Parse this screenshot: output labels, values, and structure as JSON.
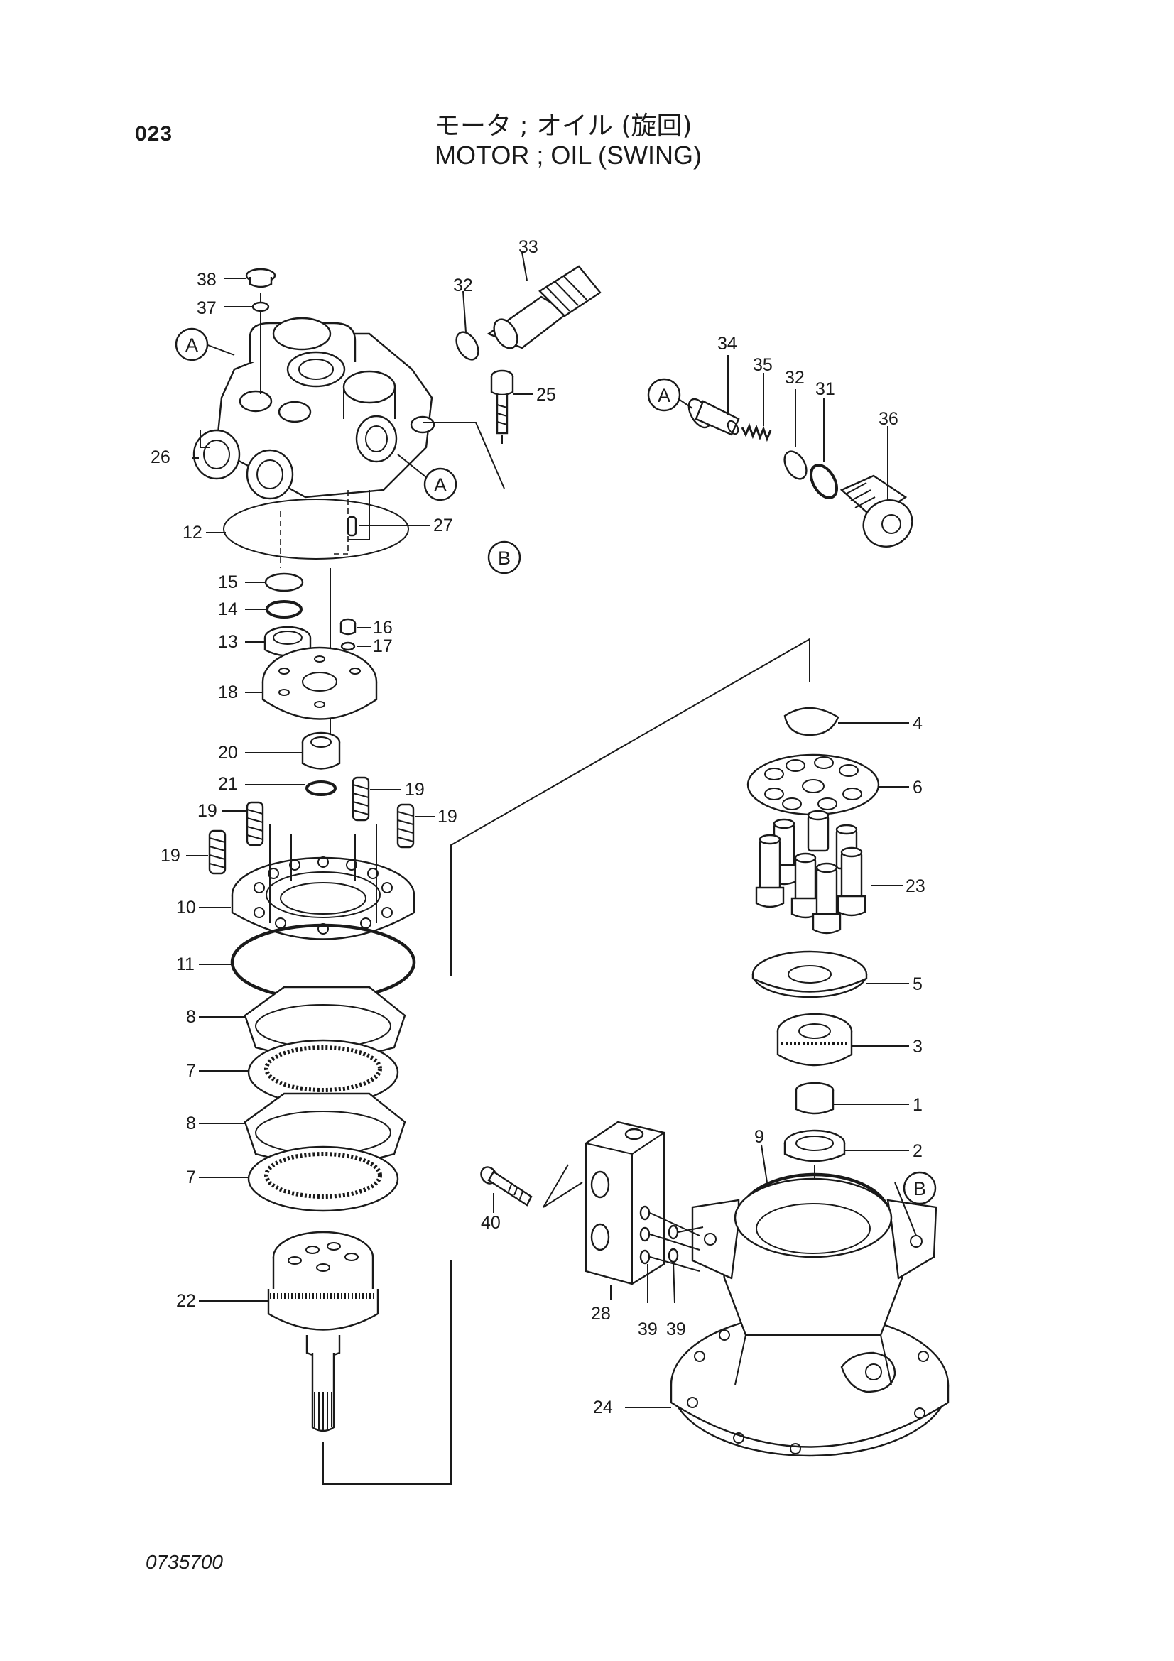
{
  "header": {
    "page_number": "023",
    "title_jp": "モータ ; オイル (旋回)",
    "title_en": "MOTOR ; OIL (SWING)"
  },
  "footer": {
    "document_code": "0735700"
  },
  "callouts": {
    "A": "A",
    "B": "B"
  },
  "parts": {
    "p1": "1",
    "p2": "2",
    "p3": "3",
    "p4": "4",
    "p5": "5",
    "p6": "6",
    "p7": "7",
    "p8": "8",
    "p9": "9",
    "p10": "10",
    "p11": "11",
    "p12": "12",
    "p13": "13",
    "p14": "14",
    "p15": "15",
    "p16": "16",
    "p17": "17",
    "p18": "18",
    "p19": "19",
    "p20": "20",
    "p21": "21",
    "p22": "22",
    "p23": "23",
    "p24": "24",
    "p25": "25",
    "p26": "26",
    "p27": "27",
    "p28": "28",
    "p31": "31",
    "p32": "32",
    "p33": "33",
    "p34": "34",
    "p35": "35",
    "p36": "36",
    "p37": "37",
    "p38": "38",
    "p39": "39",
    "p40": "40"
  }
}
